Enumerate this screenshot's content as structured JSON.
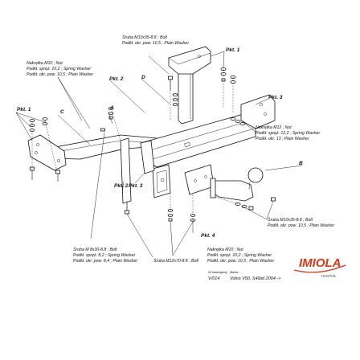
{
  "labels": {
    "washer_top": [
      "Śruba M10x35-8.8 ; Bolt",
      "Podkł. okr. pow. 10,5 ; Plain Washer"
    ],
    "nut_m10_left": [
      "Nakrętka M10 ; Nut",
      "Podkł. spręż. 10,2 ; Spring Washer",
      "Podkł. okr. pow. 10,5 ; Plain Washer"
    ],
    "nut_m12_right": [
      "Nakrętka M12 ; Nut",
      "Podkł. spręż. 12,2 ; Spring Washer",
      "Podkł. okr. 13 ; Plain Washer"
    ],
    "bolt_m10_right": [
      "Śruba M10x35-8.8 ; Bolt",
      "Podkł. okr. pow. 10,5 ; Plain Washer"
    ],
    "nut_m10_bottom": [
      "Nakrętka M10 ; Nut",
      "Podkł. spręż. 10,2 ; Spring Washer",
      "Podkł. okr. pow. 10,5 ; Plain Washer"
    ],
    "bolt_m8_bottom": [
      "Śruba M 8x30-8.8 ; Bolt",
      "Podkł. spręż. 8,2 ; Spring Washer",
      "Podkł. okr. pow. 8,4 ; Plain Washer"
    ],
    "bolt_m12_bottom": "Śruba M12x70-8.8 ; Bolt"
  },
  "parts": {
    "pkt1_top_right": "Pkt. 1",
    "pkt2_top": "Pkt. 2",
    "pkt3_right": "Pkt. 3",
    "pkt1_left": "Pkt. 1",
    "pkt2_mid": "Pkt. 2",
    "pkt3_mid": "Pkt. 3",
    "pkt4": "Pkt. 4",
    "A": "A",
    "B": "B",
    "C": "C",
    "D": "D"
  },
  "footer": {
    "catalog_label": "Nr katalogowy",
    "catalog_value": "V/014",
    "make_label": "Marka",
    "make_value": "Volvo V50, S40",
    "year_value": "od 2004 ->"
  },
  "logo": {
    "name": "IMIOLA",
    "sub": "HAKPOL",
    "color": "#d63818"
  }
}
